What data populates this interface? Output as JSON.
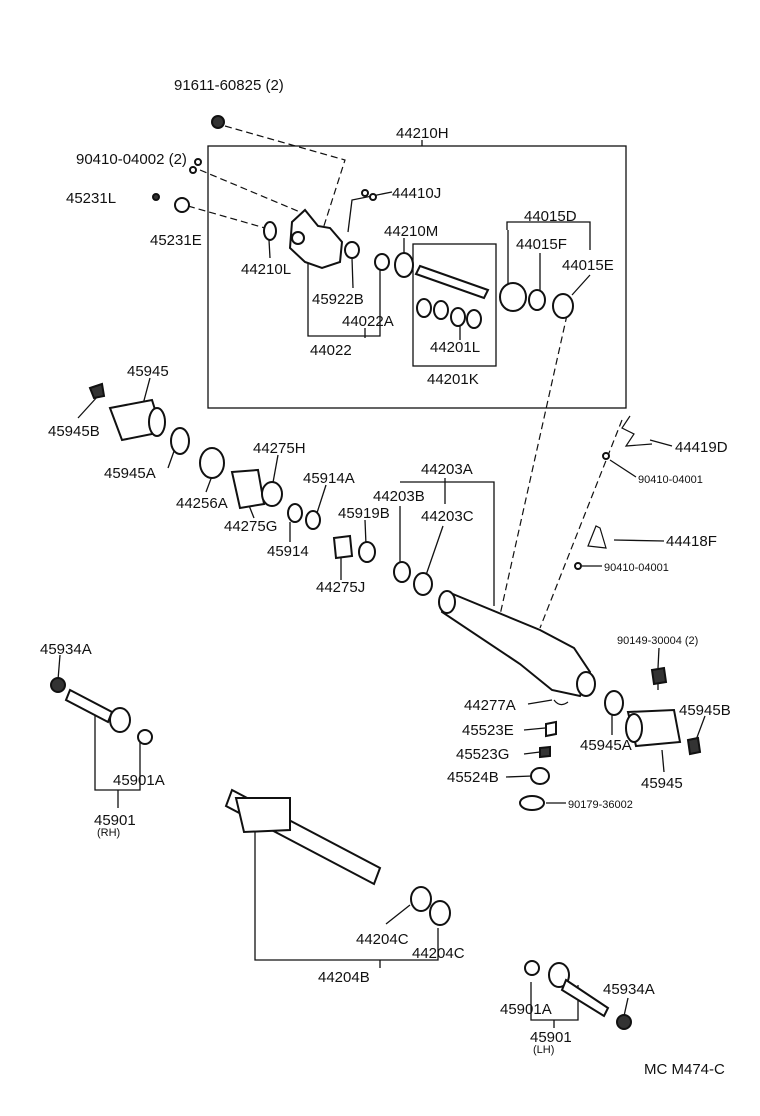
{
  "labels": {
    "p91611_60825": "91611-60825 (2)",
    "p44210H": "44210H",
    "p90410_04002": "90410-04002 (2)",
    "p44410J": "44410J",
    "p45231L": "45231L",
    "p45231E": "45231E",
    "p44210M": "44210M",
    "p44015D": "44015D",
    "p44015F": "44015F",
    "p44015E": "44015E",
    "p44210L": "44210L",
    "p45922B": "45922B",
    "p44022A": "44022A",
    "p44022": "44022",
    "p44201L": "44201L",
    "p44201K": "44201K",
    "p45945_top": "45945",
    "p45945B_top": "45945B",
    "p45945A_top": "45945A",
    "p44256A": "44256A",
    "p44275H": "44275H",
    "p44275G": "44275G",
    "p45914A": "45914A",
    "p45914": "45914",
    "p45919B": "45919B",
    "p44203A": "44203A",
    "p44203B": "44203B",
    "p44203C": "44203C",
    "p44275J": "44275J",
    "p44419D": "44419D",
    "p90410_04001_a": "90410-04001",
    "p44418F": "44418F",
    "p90410_04001_b": "90410-04001",
    "p45934A_left": "45934A",
    "p90149_30004": "90149-30004 (2)",
    "p44277A": "44277A",
    "p45945B_right": "45945B",
    "p45523E": "45523E",
    "p45945A_right": "45945A",
    "p45523G": "45523G",
    "p45524B": "45524B",
    "p45945_right": "45945",
    "p90179_36002": "90179-36002",
    "p45901A_left": "45901A",
    "p45901_left": "45901",
    "rh": "(RH)",
    "p44204C_a": "44204C",
    "p44204C_b": "44204C",
    "p44204B": "44204B",
    "p45934A_right": "45934A",
    "p45901A_right": "45901A",
    "p45901_right": "45901",
    "lh": "(LH)",
    "code": "MC  M474-C"
  }
}
